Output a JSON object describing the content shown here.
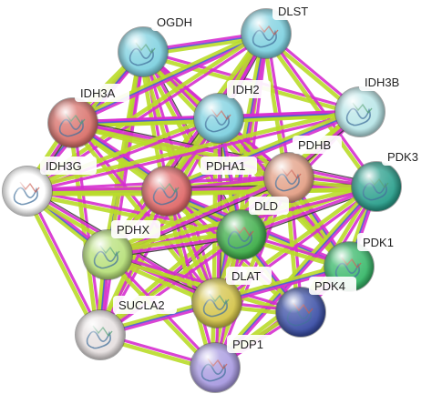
{
  "network": {
    "nodes": [
      {
        "id": "OGDH",
        "label": "OGDH",
        "color": "#7fd1e0"
      },
      {
        "id": "DLST",
        "label": "DLST",
        "color": "#7fd1e0"
      },
      {
        "id": "IDH3A",
        "label": "IDH3A",
        "color": "#d9716b"
      },
      {
        "id": "IDH2",
        "label": "IDH2",
        "color": "#7fd1e0"
      },
      {
        "id": "IDH3B",
        "label": "IDH3B",
        "color": "#b9e6e8"
      },
      {
        "id": "IDH3G",
        "label": "IDH3G",
        "color": "#ffffff"
      },
      {
        "id": "PDHA1",
        "label": "PDHA1",
        "color": "#e06a6a"
      },
      {
        "id": "PDHB",
        "label": "PDHB",
        "color": "#e3a086"
      },
      {
        "id": "PDK3",
        "label": "PDK3",
        "color": "#2a9f8c"
      },
      {
        "id": "DLD",
        "label": "DLD",
        "color": "#3fae4a"
      },
      {
        "id": "PDHX",
        "label": "PDHX",
        "color": "#b7e07a"
      },
      {
        "id": "PDK1",
        "label": "PDK1",
        "color": "#39b86a"
      },
      {
        "id": "DLAT",
        "label": "DLAT",
        "color": "#d4c44a"
      },
      {
        "id": "PDK4",
        "label": "PDK4",
        "color": "#3b4fa6"
      },
      {
        "id": "SUCLA2",
        "label": "SUCLA2",
        "color": "#e6e0e0"
      },
      {
        "id": "PDP1",
        "label": "PDP1",
        "color": "#a89ae0"
      }
    ],
    "edge_colors": {
      "magenta": "#d62fcf",
      "yellow_green": "#b9dc2a",
      "blue": "#4a5bd8",
      "dark": "#3a3a3a"
    },
    "edges": [
      [
        "OGDH",
        "DLST"
      ],
      [
        "OGDH",
        "IDH3A"
      ],
      [
        "OGDH",
        "IDH2"
      ],
      [
        "OGDH",
        "IDH3B"
      ],
      [
        "OGDH",
        "IDH3G"
      ],
      [
        "OGDH",
        "PDHA1"
      ],
      [
        "OGDH",
        "PDHB"
      ],
      [
        "OGDH",
        "DLD"
      ],
      [
        "OGDH",
        "PDHX"
      ],
      [
        "OGDH",
        "DLAT"
      ],
      [
        "OGDH",
        "SUCLA2"
      ],
      [
        "OGDH",
        "PDK1"
      ],
      [
        "DLST",
        "IDH3A"
      ],
      [
        "DLST",
        "IDH2"
      ],
      [
        "DLST",
        "IDH3B"
      ],
      [
        "DLST",
        "IDH3G"
      ],
      [
        "DLST",
        "PDHA1"
      ],
      [
        "DLST",
        "PDHB"
      ],
      [
        "DLST",
        "DLD"
      ],
      [
        "DLST",
        "PDHX"
      ],
      [
        "DLST",
        "DLAT"
      ],
      [
        "DLST",
        "SUCLA2"
      ],
      [
        "DLST",
        "PDK3"
      ],
      [
        "IDH3A",
        "IDH2"
      ],
      [
        "IDH3A",
        "IDH3B"
      ],
      [
        "IDH3A",
        "IDH3G"
      ],
      [
        "IDH3A",
        "PDHA1"
      ],
      [
        "IDH3A",
        "PDHB"
      ],
      [
        "IDH3A",
        "DLD"
      ],
      [
        "IDH3A",
        "DLAT"
      ],
      [
        "IDH3A",
        "SUCLA2"
      ],
      [
        "IDH3A",
        "PDK3"
      ],
      [
        "IDH2",
        "IDH3B"
      ],
      [
        "IDH2",
        "IDH3G"
      ],
      [
        "IDH2",
        "PDHA1"
      ],
      [
        "IDH2",
        "PDHB"
      ],
      [
        "IDH2",
        "DLD"
      ],
      [
        "IDH2",
        "DLAT"
      ],
      [
        "IDH2",
        "PDK1"
      ],
      [
        "IDH3B",
        "IDH3G"
      ],
      [
        "IDH3B",
        "PDHA1"
      ],
      [
        "IDH3B",
        "PDHB"
      ],
      [
        "IDH3B",
        "DLD"
      ],
      [
        "IDH3B",
        "SUCLA2"
      ],
      [
        "IDH3G",
        "PDHA1"
      ],
      [
        "IDH3G",
        "PDHB"
      ],
      [
        "IDH3G",
        "DLD"
      ],
      [
        "IDH3G",
        "SUCLA2"
      ],
      [
        "IDH3G",
        "PDHX"
      ],
      [
        "IDH3G",
        "DLAT"
      ],
      [
        "IDH3G",
        "PDK3"
      ],
      [
        "PDHA1",
        "PDHB"
      ],
      [
        "PDHA1",
        "DLD"
      ],
      [
        "PDHA1",
        "PDHX"
      ],
      [
        "PDHA1",
        "DLAT"
      ],
      [
        "PDHA1",
        "PDK3"
      ],
      [
        "PDHA1",
        "PDK1"
      ],
      [
        "PDHA1",
        "PDK4"
      ],
      [
        "PDHA1",
        "PDP1"
      ],
      [
        "PDHA1",
        "SUCLA2"
      ],
      [
        "PDHB",
        "DLD"
      ],
      [
        "PDHB",
        "PDHX"
      ],
      [
        "PDHB",
        "DLAT"
      ],
      [
        "PDHB",
        "PDK3"
      ],
      [
        "PDHB",
        "PDK1"
      ],
      [
        "PDHB",
        "PDK4"
      ],
      [
        "PDHB",
        "PDP1"
      ],
      [
        "PDK3",
        "DLD"
      ],
      [
        "PDK3",
        "PDK1"
      ],
      [
        "PDK3",
        "PDK4"
      ],
      [
        "PDK3",
        "DLAT"
      ],
      [
        "PDK3",
        "PDHX"
      ],
      [
        "PDK3",
        "PDP1"
      ],
      [
        "DLD",
        "PDHX"
      ],
      [
        "DLD",
        "DLAT"
      ],
      [
        "DLD",
        "PDK1"
      ],
      [
        "DLD",
        "PDK4"
      ],
      [
        "DLD",
        "PDP1"
      ],
      [
        "DLD",
        "SUCLA2"
      ],
      [
        "PDHX",
        "DLAT"
      ],
      [
        "PDHX",
        "SUCLA2"
      ],
      [
        "PDHX",
        "PDK4"
      ],
      [
        "PDHX",
        "PDP1"
      ],
      [
        "PDK1",
        "PDK4"
      ],
      [
        "PDK1",
        "DLAT"
      ],
      [
        "PDK1",
        "PDP1"
      ],
      [
        "DLAT",
        "PDK4"
      ],
      [
        "DLAT",
        "PDP1"
      ],
      [
        "DLAT",
        "SUCLA2"
      ],
      [
        "PDK4",
        "PDP1"
      ],
      [
        "SUCLA2",
        "PDP1"
      ]
    ]
  }
}
